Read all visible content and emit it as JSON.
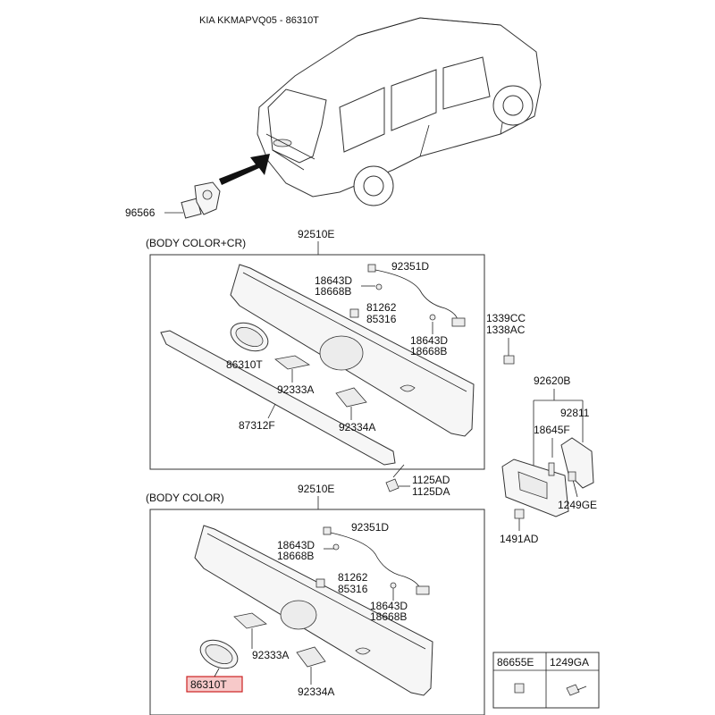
{
  "title": "KIA KKMAPVQ05 - 86310T",
  "highlight_color": "#f7c9c9",
  "sections": {
    "top": "(BODY COLOR+CR)",
    "bottom": "(BODY COLOR)"
  },
  "labels": {
    "p96566": "96566",
    "p92510e_top": "92510E",
    "p92351d_top": "92351D",
    "p18643d_a": "18643D",
    "p18668b_a": "18668B",
    "p81262_top": "81262",
    "p85316_top": "85316",
    "p18643d_b": "18643D",
    "p18668b_b": "18668B",
    "p1339cc": "1339CC",
    "p1338ac": "1338AC",
    "p86310t_top": "86310T",
    "p92333a_top": "92333A",
    "p87312f": "87312F",
    "p92334a_top": "92334A",
    "p92620b": "92620B",
    "p92811": "92811",
    "p18645f": "18645F",
    "p1249ge": "1249GE",
    "p1491ad": "1491AD",
    "p1125ad": "1125AD",
    "p1125da": "1125DA",
    "p92510e_bot": "92510E",
    "p92351d_bot": "92351D",
    "p18643d_c": "18643D",
    "p18668b_c": "18668B",
    "p81262_bot": "81262",
    "p85316_bot": "85316",
    "p18643d_d": "18643D",
    "p18668b_d": "18668B",
    "p92333a_bot": "92333A",
    "p92334a_bot": "92334A",
    "p86310t_bot": "86310T"
  },
  "legend": {
    "col1": "86655E",
    "col2": "1249GA"
  }
}
